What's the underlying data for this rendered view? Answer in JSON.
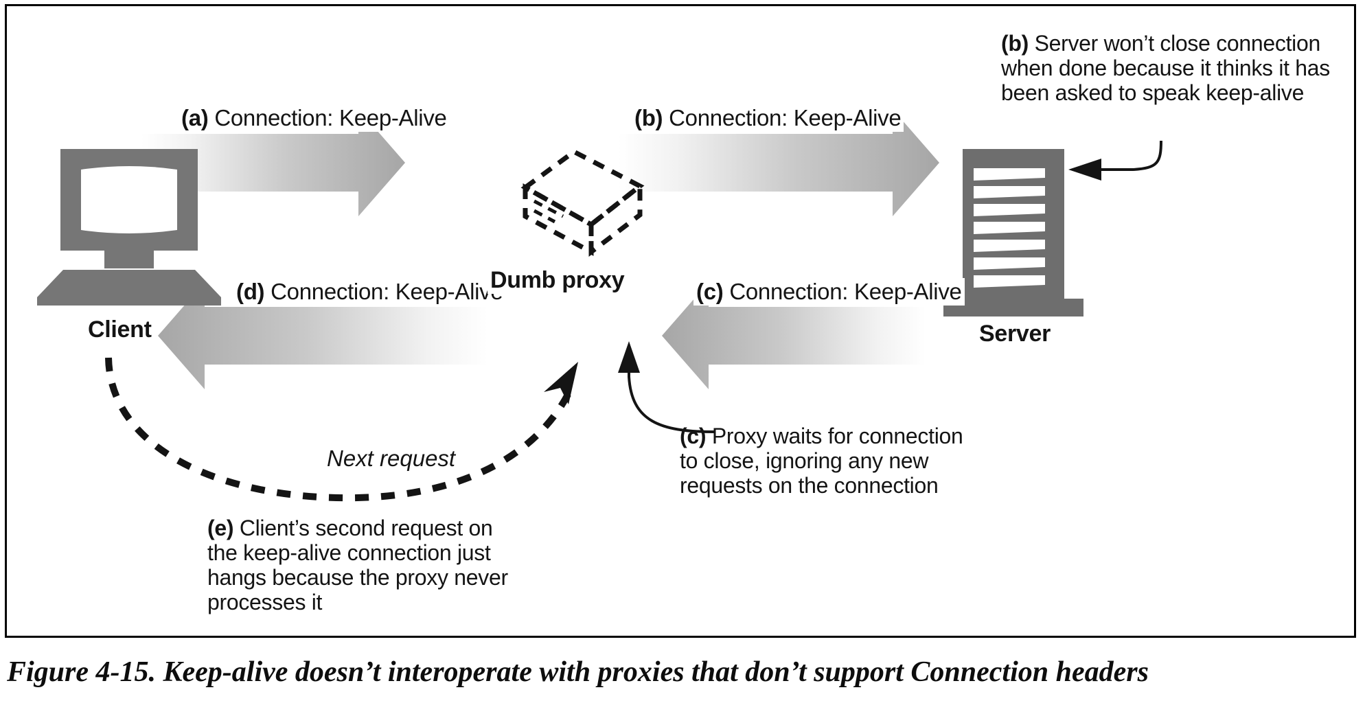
{
  "figure": {
    "caption": "Figure 4-15. Keep-alive doesn’t interoperate with proxies that don’t support Connection headers"
  },
  "nodes": {
    "client": {
      "label": "Client",
      "icon": "desktop-computer-icon",
      "color": "#767676"
    },
    "proxy": {
      "label": "Dumb proxy",
      "icon": "dashed-box-device-icon",
      "color": "#141414"
    },
    "server": {
      "label": "Server",
      "icon": "server-tower-icon",
      "color": "#6e6e6e"
    }
  },
  "flows": [
    {
      "id": "a",
      "marker": "(a)",
      "text": "Connection: Keep-Alive",
      "direction": "right",
      "from": "client",
      "to": "proxy"
    },
    {
      "id": "b",
      "marker": "(b)",
      "text": "Connection: Keep-Alive",
      "direction": "right",
      "from": "proxy",
      "to": "server"
    },
    {
      "id": "c",
      "marker": "(c)",
      "text": "Connection: Keep-Alive",
      "direction": "left",
      "from": "server",
      "to": "proxy"
    },
    {
      "id": "d",
      "marker": "(d)",
      "text": "Connection: Keep-Alive",
      "direction": "left",
      "from": "proxy",
      "to": "client"
    }
  ],
  "next_request_label": "Next request",
  "notes": [
    {
      "id": "b-note",
      "marker": "(b)",
      "lines": [
        "Server won’t close connection",
        "when done because it thinks it has",
        "been asked to speak keep-alive"
      ]
    },
    {
      "id": "c-note",
      "marker": "(c)",
      "lines": [
        "Proxy waits for connection",
        "to close, ignoring any new",
        "requests on the connection"
      ]
    },
    {
      "id": "e-note",
      "marker": "(e)",
      "lines": [
        "Client’s second request on",
        "the keep-alive connection just",
        "hangs because the proxy never",
        "processes it"
      ]
    }
  ],
  "colors": {
    "arrow_gradient_dark": "#a8a8a8",
    "arrow_gradient_light": "#ffffff",
    "device_gray": "#767676",
    "server_gray": "#6e6e6e",
    "ink": "#141414",
    "frame": "#000000"
  }
}
